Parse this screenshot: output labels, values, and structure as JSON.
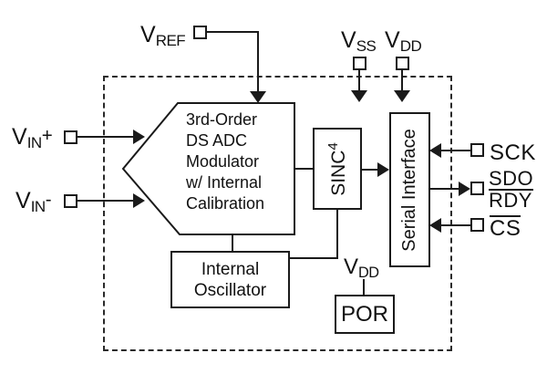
{
  "diagram": {
    "title": "delta-sigma ADC functional block diagram",
    "colors": {
      "ink": "#1a1a1a",
      "paper": "#ffffff"
    },
    "pins": {
      "vref": {
        "base": "V",
        "sub": "REF"
      },
      "vss": {
        "base": "V",
        "sub": "SS"
      },
      "vdd": {
        "base": "V",
        "sub": "DD"
      },
      "vin_plus": {
        "base": "V",
        "sub": "IN",
        "suffix": "+"
      },
      "vin_minus": {
        "base": "V",
        "sub": "IN",
        "suffix": "-"
      },
      "sck": {
        "label": "SCK"
      },
      "sdo_rdy": {
        "top": "SDO",
        "bottom": "RDY"
      },
      "cs": {
        "label": "CS"
      },
      "por_vdd": {
        "base": "V",
        "sub": "DD"
      }
    },
    "blocks": {
      "modulator": {
        "lines": [
          "3rd-Order",
          "DS ADC",
          "Modulator",
          "w/ Internal",
          "Calibration"
        ]
      },
      "sinc": {
        "label": "SINC",
        "sup": "4"
      },
      "serial": {
        "label": "Serial Interface"
      },
      "oscillator": {
        "lines": [
          "Internal",
          "Oscillator"
        ]
      },
      "por": {
        "label": "POR"
      }
    }
  }
}
